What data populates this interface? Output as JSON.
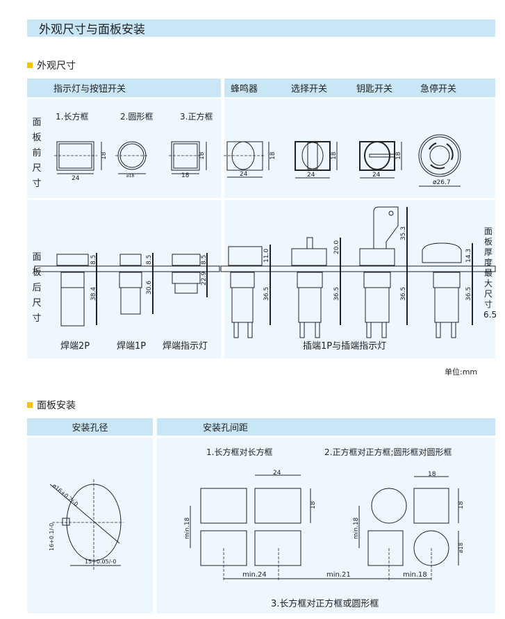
{
  "title": "外观尺寸与面板安装",
  "section1": "外观尺寸",
  "section2": "面板安装",
  "table": {
    "headers": [
      "指示灯与按钮开关",
      "蜂鸣器",
      "选择开关",
      "钥匙开关",
      "急停开关"
    ],
    "row_front": "面板前尺寸",
    "row_back": "面板后尺寸",
    "frame_types": [
      "1.长方框",
      "2.圆形框",
      "3.正方框"
    ],
    "front_dims": [
      "24",
      "18",
      "ø18",
      "18",
      "18",
      "24",
      "18",
      "24",
      "18",
      "24",
      "18",
      "ø26.7"
    ],
    "back_dims": [
      "8.5",
      "38.4",
      "8.5",
      "30.6",
      "8.5",
      "22.9",
      "11.0",
      "36.5",
      "20.0",
      "36.5",
      "35.3",
      "36.5",
      "14.3",
      "36.5"
    ],
    "back_labels": [
      "焊端2P",
      "焊端1P",
      "焊端指示灯",
      "插端1P与插端指示灯"
    ],
    "side_note": "面板厚度最大尺寸6.5"
  },
  "unit": "单位:mm",
  "mount": {
    "headers": [
      "安装孔径",
      "安装孔间距"
    ],
    "hole_dims": [
      "ø16+0.2/-0",
      "16+0.1/-0",
      "15+0.05/-0"
    ],
    "spacing_titles": [
      "1.长方框对长方框",
      "2.正方框对正方框;圆形框对圆形框",
      "3.长方框对正方框或圆形框"
    ],
    "spacing_dims": [
      "24",
      "18",
      "min.18",
      "18",
      "18",
      "min.18",
      "ø18",
      "min.24",
      "min.21",
      "min.18"
    ]
  }
}
